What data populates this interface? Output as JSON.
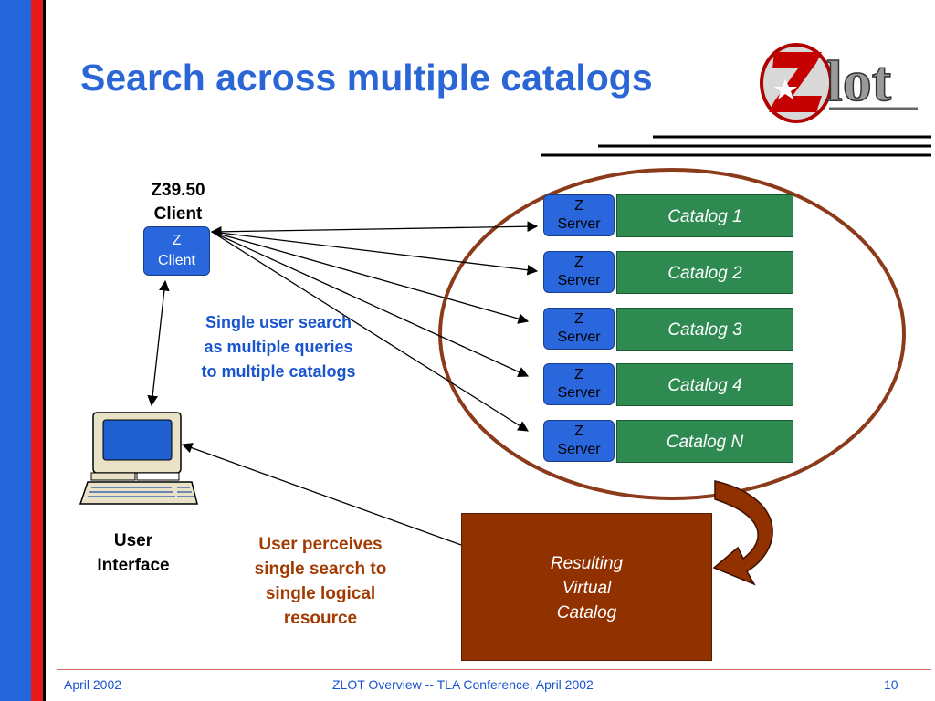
{
  "slide": {
    "title": "Search across multiple catalogs",
    "logo_text": "ZLOT"
  },
  "client": {
    "caption_line1": "Z39.50",
    "caption_line2": "Client",
    "box_line1": "Z",
    "box_line2": "Client"
  },
  "notes": {
    "search_line1": "Single user search",
    "search_line2": "as multiple queries",
    "search_line3": "to multiple catalogs",
    "perceive_line1": "User perceives",
    "perceive_line2": "single search to",
    "perceive_line3": "single logical",
    "perceive_line4": "resource"
  },
  "user_interface": {
    "line1": "User",
    "line2": "Interface"
  },
  "servers": [
    {
      "line1": "Z",
      "line2": "Server",
      "catalog": "Catalog 1"
    },
    {
      "line1": "Z",
      "line2": "Server",
      "catalog": "Catalog 2"
    },
    {
      "line1": "Z",
      "line2": "Server",
      "catalog": "Catalog 3"
    },
    {
      "line1": "Z",
      "line2": "Server",
      "catalog": "Catalog 4"
    },
    {
      "line1": "Z",
      "line2": "Server",
      "catalog": "Catalog N"
    }
  ],
  "result": {
    "line1": "Resulting",
    "line2": "Virtual",
    "line3": "Catalog"
  },
  "footer": {
    "left": "April 2002",
    "center": "ZLOT Overview -- TLA Conference, April 2002",
    "right": "10"
  },
  "colors": {
    "accent_blue": "#2a66d6",
    "catalog_green": "#2f8a52",
    "result_brown": "#923100",
    "ellipse_brown": "#8b3a1a",
    "note_orange": "#a33b00"
  }
}
